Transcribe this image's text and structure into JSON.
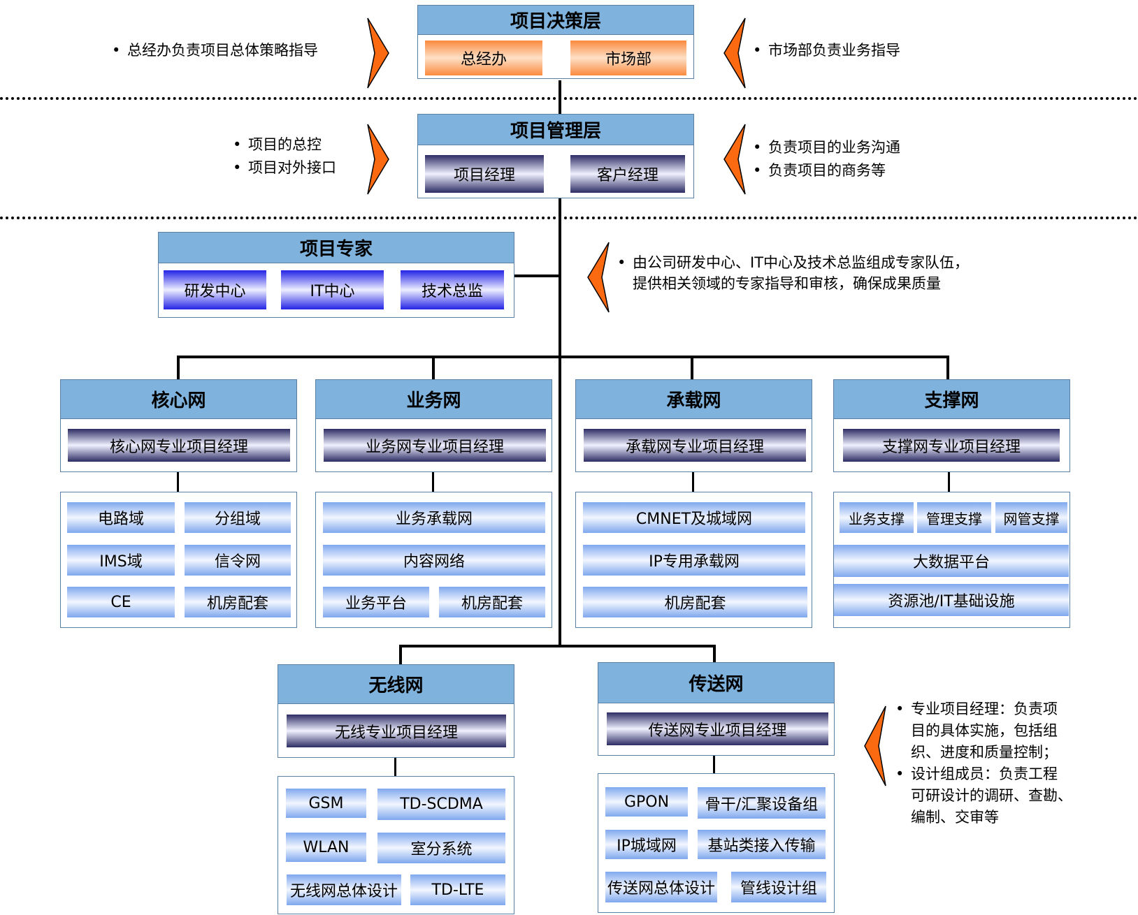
{
  "decision": {
    "title": "项目决策层",
    "items": [
      "总经办",
      "市场部"
    ],
    "note_left": [
      "总经办负责项目总体策略指导"
    ],
    "note_right": [
      "市场部负责业务指导"
    ]
  },
  "management": {
    "title": "项目管理层",
    "items": [
      "项目经理",
      "客户经理"
    ],
    "note_left": [
      "项目的总控",
      "项目对外接口"
    ],
    "note_right": [
      "负责项目的业务沟通",
      "负责项目的商务等"
    ]
  },
  "experts": {
    "title": "项目专家",
    "items": [
      "研发中心",
      "IT中心",
      "技术总监"
    ],
    "note": [
      "由公司研发中心、IT中心及技术总监组成专家队伍，",
      "提供相关领域的专家指导和审核，确保成果质量"
    ]
  },
  "core": {
    "title": "核心网",
    "manager": "核心网专业项目经理",
    "items": [
      "电路域",
      "分组域",
      "IMS域",
      "信令网",
      "CE",
      "机房配套"
    ]
  },
  "service": {
    "title": "业务网",
    "manager": "业务网专业项目经理",
    "items": [
      "业务承载网",
      "内容网络",
      "业务平台",
      "机房配套"
    ]
  },
  "bearer": {
    "title": "承载网",
    "manager": "承载网专业项目经理",
    "items": [
      "CMNET及城域网",
      "IP专用承载网",
      "机房配套"
    ]
  },
  "support": {
    "title": "支撑网",
    "manager": "支撑网专业项目经理",
    "items": [
      "业务支撑",
      "管理支撑",
      "网管支撑",
      "大数据平台",
      "资源池/IT基础设施"
    ]
  },
  "wireless": {
    "title": "无线网",
    "manager": "无线专业项目经理",
    "items": [
      "GSM",
      "TD-SCDMA",
      "WLAN",
      "室分系统",
      "无线网总体设计",
      "TD-LTE"
    ]
  },
  "transport": {
    "title": "传送网",
    "manager": "传送网专业项目经理",
    "items": [
      "GPON",
      "骨干/汇聚设备组",
      "IP城域网",
      "基站类接入传输",
      "传送网总体设计",
      "管线设计组"
    ]
  },
  "bottom_note": {
    "lines": [
      "专业项目经理：负责项",
      "目的具体实施，包括组",
      "织、进度和质量控制；",
      "设计组成员：负责工程",
      "可研设计的调研、查勘、",
      "编制、交审等"
    ]
  },
  "colors": {
    "header": "#7fb3dd",
    "arrow": "#fb6a10",
    "orange": "#fb8a3e",
    "manager": "#2c2c64",
    "expert": "#2323e6",
    "light": "#7fa8ee"
  }
}
